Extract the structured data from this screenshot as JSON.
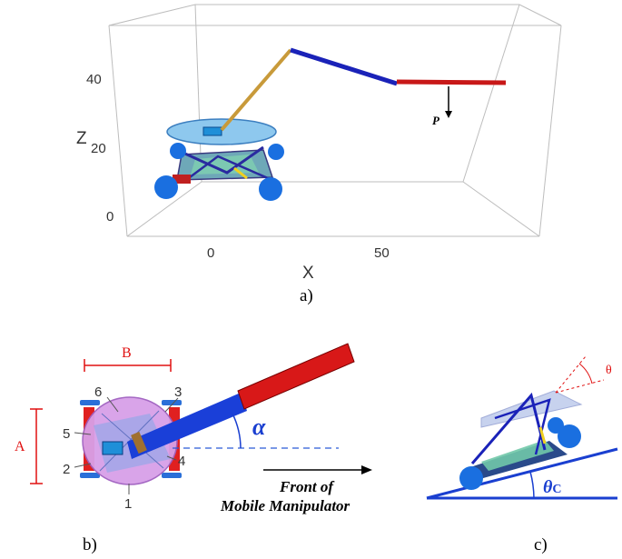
{
  "panel_a": {
    "axis_ticks_z": [
      "40",
      "20",
      "0"
    ],
    "axis_ticks_x": [
      "0",
      "50"
    ],
    "axis_label_z": "Z",
    "axis_label_x": "X",
    "load_label": "P",
    "caption": "a)"
  },
  "panel_b": {
    "dim_a": "A",
    "dim_b": "B",
    "leg_numbers": [
      "1",
      "2",
      "3",
      "4",
      "5",
      "6"
    ],
    "angle_label": "α",
    "front_line1": "Front of",
    "front_line2": "Mobile Manipulator",
    "caption": "b)"
  },
  "panel_c": {
    "tilt_label": "θ",
    "slope_label_main": "θ",
    "slope_label_sub": "C",
    "caption": "c)"
  },
  "colors": {
    "link1": "#c89a3a",
    "link2": "#1a22b8",
    "link3": "#c81818",
    "wheel": "#1a6fe0",
    "annotation_red": "#e01010",
    "annotation_blue": "#1a3fd0"
  }
}
